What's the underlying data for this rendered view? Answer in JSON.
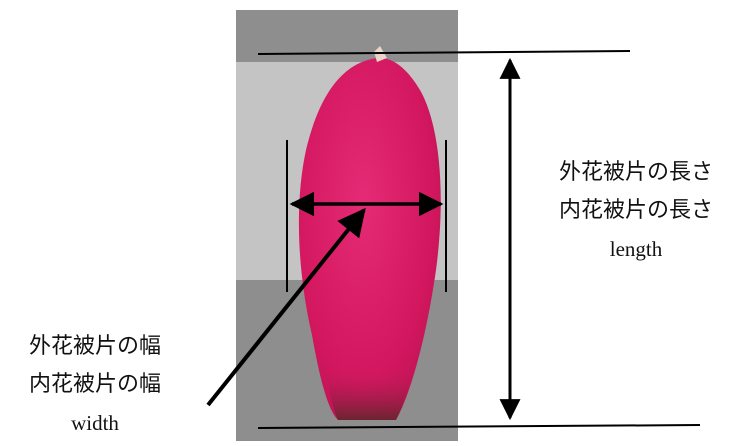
{
  "colors": {
    "petal": "#d81e66",
    "petal_dark": "#8a2440",
    "background_gray": "#8c8c8c",
    "tape_light": "#c9c9c9",
    "line": "#000000"
  },
  "length_label": {
    "line1": "外花被片の長さ",
    "line2": "内花被片の長さ",
    "line3": "length"
  },
  "width_label": {
    "line1": "外花被片の幅",
    "line2": "内花被片の幅",
    "line3": "width"
  },
  "icons": [
    "double-arrow-icon",
    "pointer-arrow-icon"
  ]
}
